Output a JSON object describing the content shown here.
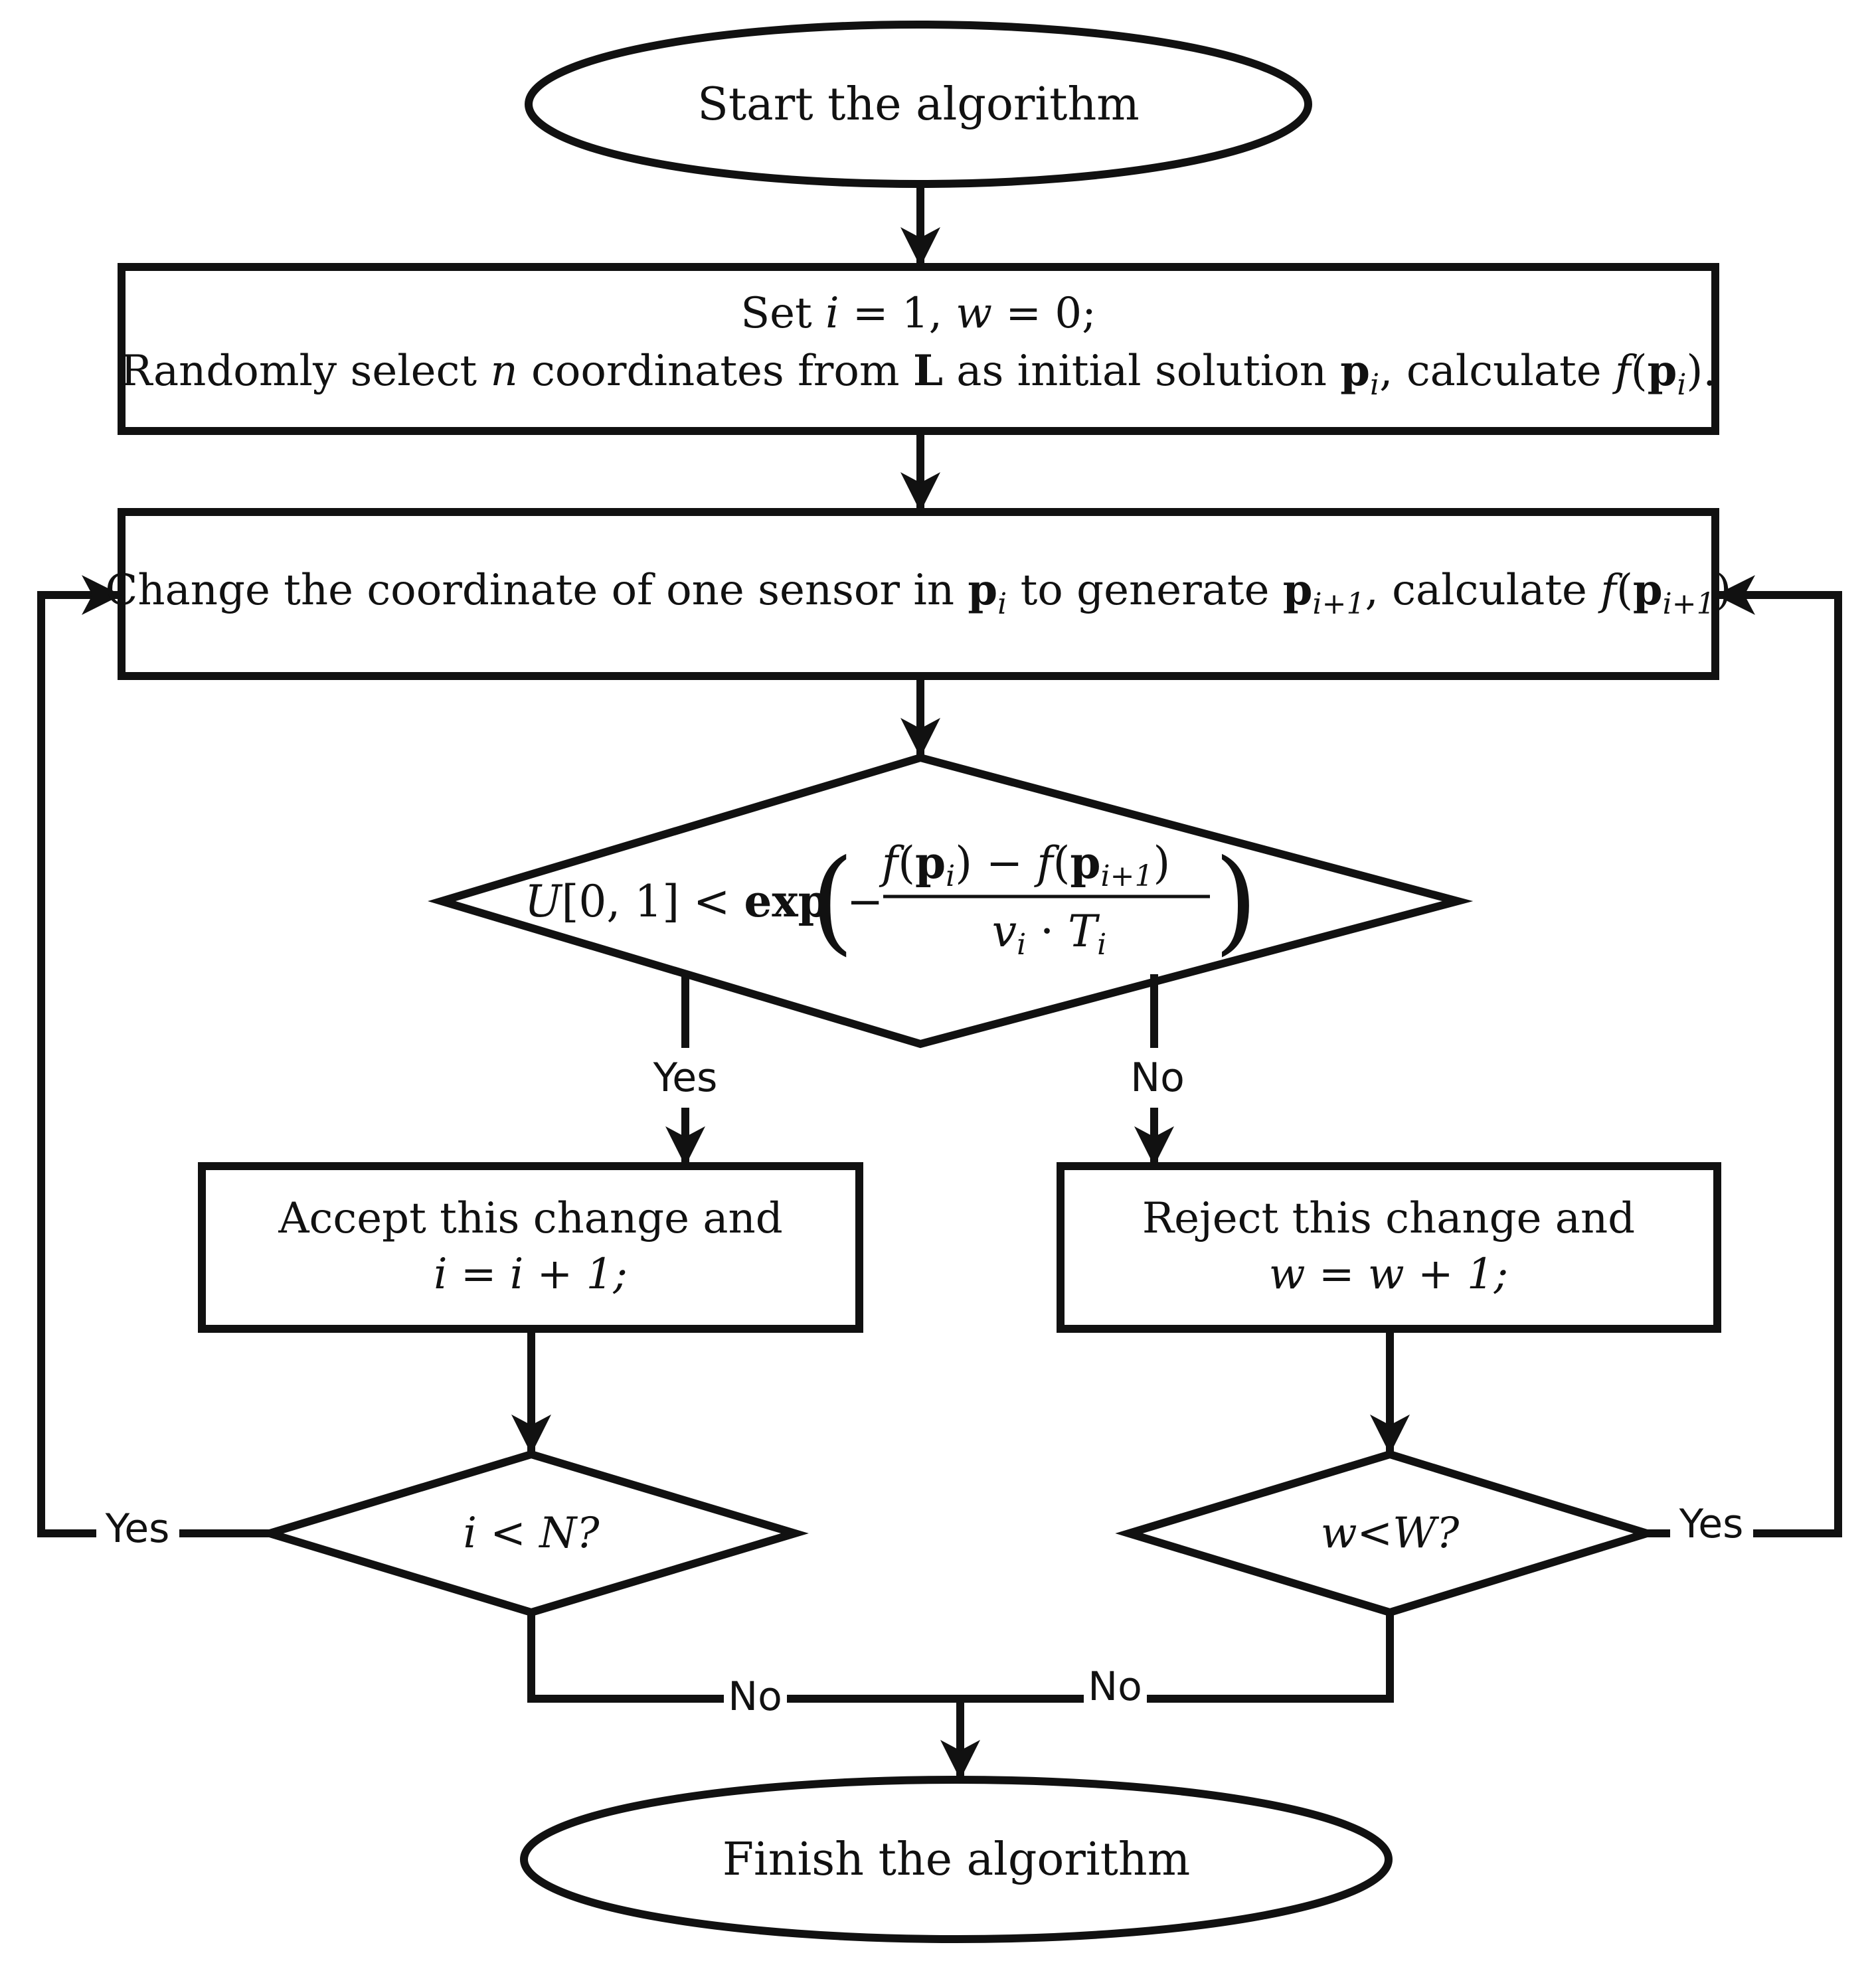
{
  "start": {
    "label": "Start the algorithm"
  },
  "init": {
    "line1": {
      "a": "Set ",
      "i": "i",
      "b": " = 1, ",
      "w": "w",
      "c": " = 0;"
    },
    "line2": {
      "a": "Randomly select ",
      "n": "n",
      "b": " coordinates from ",
      "L": "L",
      "c": " as initial solution ",
      "p": "p",
      "sub_i": "i",
      "d": ", calculate ",
      "f": "f",
      "e": "(",
      "p2": "p",
      "sub_i2": "i",
      "g": ")."
    }
  },
  "change": {
    "a": "Change the coordinate of one sensor in ",
    "p1": "p",
    "s1": "i",
    "b": " to generate ",
    "p2": "p",
    "s2": "i+1",
    "c": ", calculate ",
    "f": "f",
    "d": "(",
    "p3": "p",
    "s3": "i+1",
    "e": ")"
  },
  "criterion": {
    "lhs": {
      "U": "U",
      "rest": "[0, 1] < "
    },
    "exp": "exp",
    "paren_open": "(",
    "paren_close": ")",
    "minus": "−",
    "numerator": {
      "f1": "f",
      "o1": "(",
      "p1": "p",
      "s1": "i",
      "c1": ")",
      "minus": " − ",
      "f2": "f",
      "o2": "(",
      "p2": "p",
      "s2": "i+1",
      "c2": ")"
    },
    "denominator": {
      "v": "v",
      "sv": "i",
      "dot": " · ",
      "T": "T",
      "sT": "i"
    }
  },
  "branch_labels": {
    "yes": "Yes",
    "no": "No"
  },
  "accept": {
    "line1": "Accept this change and",
    "line2": "i = i + 1;"
  },
  "reject": {
    "line1": "Reject this change and",
    "line2": "w = w + 1;"
  },
  "check_i": {
    "label": "i < N?"
  },
  "check_w": {
    "label": "w<W?"
  },
  "loop_labels": {
    "left_yes": "Yes",
    "right_yes": "Yes",
    "left_no": "No",
    "right_no": "No"
  },
  "finish": {
    "label": "Finish the algorithm"
  }
}
